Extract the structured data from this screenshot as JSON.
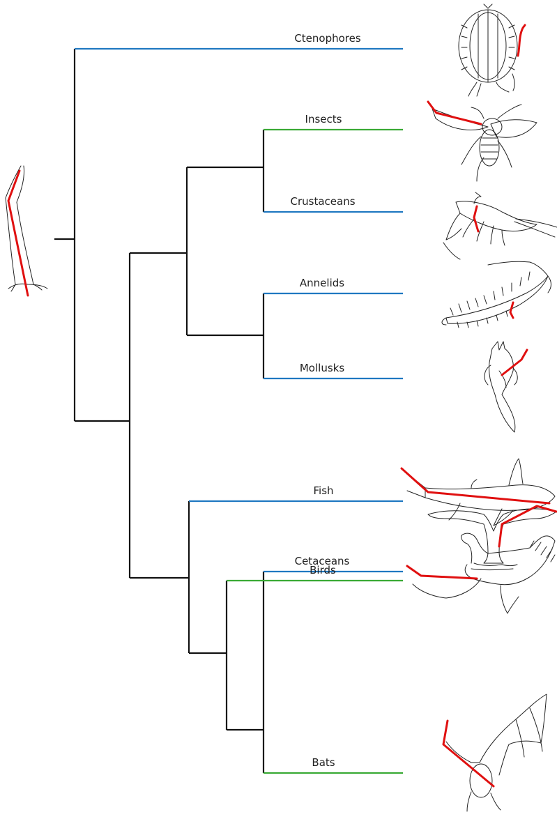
{
  "clades": [
    {
      "name": "Ctenophores",
      "color": "#1f78c1",
      "icon": "ctenophore-icon"
    },
    {
      "name": "Insects",
      "color": "#3aaa35",
      "icon": "insect-icon"
    },
    {
      "name": "Crustaceans",
      "color": "#1f78c1",
      "icon": "shrimp-icon"
    },
    {
      "name": "Annelids",
      "color": "#1f78c1",
      "icon": "worm-icon"
    },
    {
      "name": "Mollusks",
      "color": "#1f78c1",
      "icon": "squid-icon"
    },
    {
      "name": "Fish",
      "color": "#1f78c1",
      "icon": "shark-icon"
    },
    {
      "name": "Birds",
      "color": "#3aaa35",
      "icon": "bird-icon"
    },
    {
      "name": "Cetaceans",
      "color": "#1f78c1",
      "icon": "whale-tail-icon"
    },
    {
      "name": "Bats",
      "color": "#3aaa35",
      "icon": "bat-icon"
    }
  ],
  "root_icon": "appendage-icon",
  "colors": {
    "branch": "#111111",
    "highlight": "#e01010",
    "blue": "#1f78c1",
    "green": "#3aaa35"
  }
}
